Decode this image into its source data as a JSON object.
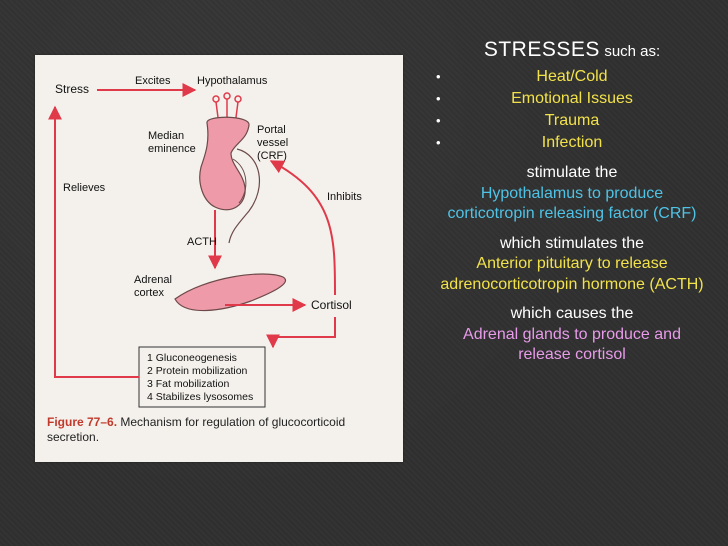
{
  "diagram": {
    "labels": {
      "stress": "Stress",
      "excites": "Excites",
      "hypothalamus": "Hypothalamus",
      "median_eminence": "Median eminence",
      "portal_vessel": "Portal vessel (CRF)",
      "relieves": "Relieves",
      "inhibits": "Inhibits",
      "acth": "ACTH",
      "adrenal_cortex": "Adrenal cortex",
      "cortisol": "Cortisol"
    },
    "effects": [
      "1 Gluconeogenesis",
      "2 Protein mobilization",
      "3 Fat mobilization",
      "4 Stabilizes lysosomes"
    ],
    "caption_fig": "Figure 77–6.",
    "caption_text": "Mechanism for regulation of glucocorticoid secretion.",
    "colors": {
      "arrow": "#e03a4a",
      "gland": "#ef9aa8",
      "gland_stroke": "#6d4a4a"
    }
  },
  "slide": {
    "heading_big": "STRESSES",
    "heading_small": "such as:",
    "stresses": [
      "Heat/Cold",
      "Emotional Issues",
      "Trauma",
      "Infection"
    ],
    "bullet": "•",
    "p1_white": "stimulate the",
    "p1_colored": "Hypothalamus to produce corticotropin releasing factor (CRF)",
    "p2_white": "which stimulates the",
    "p2_colored": "Anterior pituitary to release adrenocorticotropin hormone (ACTH)",
    "p3_white": "which causes the",
    "p3_colored": "Adrenal glands to produce and release cortisol",
    "colors": {
      "stress_text": "#f2e24a",
      "cyan": "#4fc3e6",
      "pink": "#e79be9",
      "white": "#ffffff"
    }
  }
}
